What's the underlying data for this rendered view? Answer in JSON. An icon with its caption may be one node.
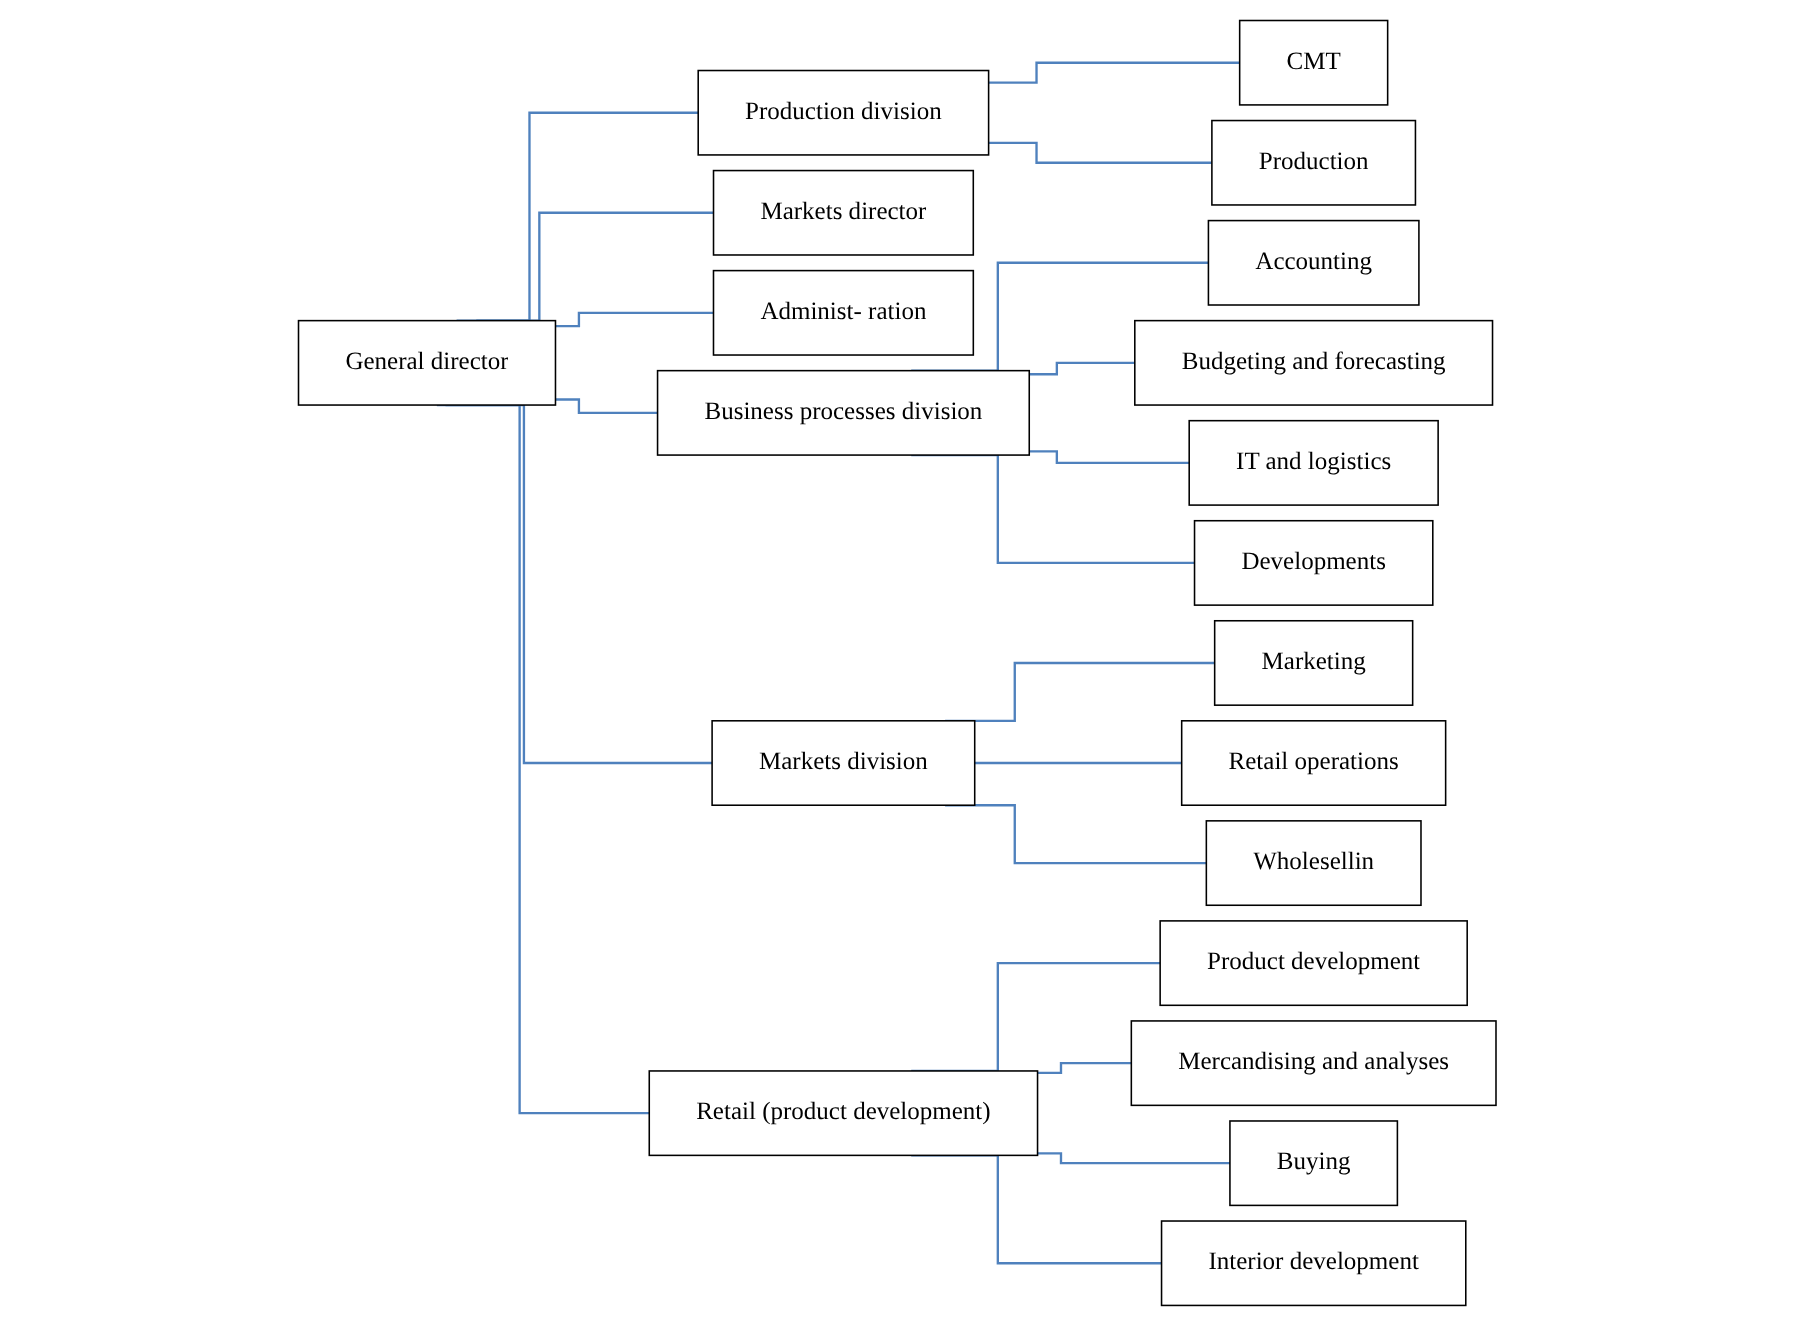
{
  "diagram": {
    "nodes": [
      {
        "text": [
          "General director"
        ]
      },
      {
        "text": [
          "Production division"
        ]
      },
      {
        "text": [
          "Markets director"
        ]
      },
      {
        "text": [
          "Administ- ration"
        ]
      },
      {
        "text": [
          "Retail (product development)"
        ]
      },
      {
        "text": [
          "CMT"
        ]
      },
      {
        "text": [
          "Production"
        ]
      },
      {
        "text": [
          "Business processes division"
        ]
      },
      {
        "text": [
          "Markets division"
        ]
      },
      {
        "text": [
          "Accounting"
        ]
      },
      {
        "text": [
          "Budgeting and forecasting"
        ]
      },
      {
        "text": [
          "IT and logistics"
        ]
      },
      {
        "text": [
          "Developments"
        ]
      },
      {
        "text": [
          "Marketing"
        ]
      },
      {
        "text": [
          "Retail operations"
        ]
      },
      {
        "text": [
          "Wholesellin"
        ]
      },
      {
        "text": [
          "Product development"
        ]
      },
      {
        "text": [
          "Mercandising and analyses"
        ]
      },
      {
        "text": [
          "Buying"
        ]
      },
      {
        "text": [
          "Interior development"
        ]
      }
    ],
    "edges": [
      {
        "from": 0,
        "to": 1,
        "arrow": "none"
      },
      {
        "from": 0,
        "to": 7,
        "arrow": "none"
      },
      {
        "from": 0,
        "to": 2,
        "arrow": "none"
      },
      {
        "from": 0,
        "to": 8,
        "arrow": "none"
      },
      {
        "from": 0,
        "to": 3,
        "arrow": "none"
      },
      {
        "from": 0,
        "to": 4,
        "arrow": "none"
      },
      {
        "from": 1,
        "to": 5,
        "arrow": "none"
      },
      {
        "from": 1,
        "to": 6,
        "arrow": "none"
      },
      {
        "from": 7,
        "to": 9,
        "arrow": "none"
      },
      {
        "from": 7,
        "to": 10,
        "arrow": "none"
      },
      {
        "from": 7,
        "to": 11,
        "arrow": "none"
      },
      {
        "from": 7,
        "to": 12,
        "arrow": "none"
      },
      {
        "from": 8,
        "to": 13,
        "arrow": "none"
      },
      {
        "from": 8,
        "to": 14,
        "arrow": "none"
      },
      {
        "from": 8,
        "to": 15,
        "arrow": "none"
      },
      {
        "from": 4,
        "to": 16,
        "arrow": "none"
      },
      {
        "from": 4,
        "to": 17,
        "arrow": "none"
      },
      {
        "from": 4,
        "to": 18,
        "arrow": "none"
      },
      {
        "from": 4,
        "to": 19,
        "arrow": "none"
      }
    ]
  }
}
